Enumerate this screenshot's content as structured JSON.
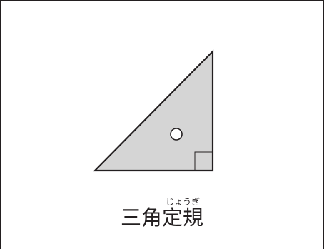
{
  "caption": {
    "plain": "三角",
    "ruby_base": "定規",
    "ruby_reading": "じょうぎ"
  },
  "colors": {
    "fill": "#d5d5d5",
    "stroke": "#231f20",
    "frame": "#231f20",
    "background": "#ffffff"
  },
  "icon": "set-square-triangle"
}
